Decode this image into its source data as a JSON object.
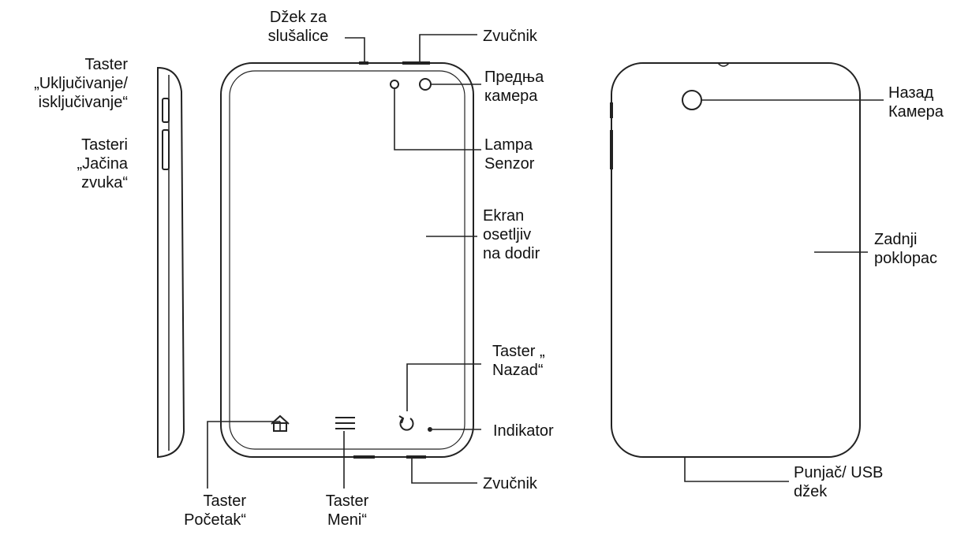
{
  "labels": {
    "headphone_jack": [
      "Džek za",
      "slušalice"
    ],
    "speaker_top": [
      "Zvučnik"
    ],
    "front_camera": [
      "Предња",
      "камера"
    ],
    "light_sensor": [
      "Lampa",
      "Senzor"
    ],
    "touchscreen": [
      "Ekran",
      "osetljiv",
      "na dodir"
    ],
    "back_button": [
      "Taster „",
      "Nazad“"
    ],
    "indicator": [
      "Indikator"
    ],
    "speaker_bottom": [
      "Zvučnik"
    ],
    "home_button": [
      "Taster",
      "Početak“"
    ],
    "menu_button": [
      "Taster",
      "Meni“"
    ],
    "power_button": [
      "Taster",
      "„Uključivanje/",
      "isključivanje“"
    ],
    "volume_buttons": [
      "Tasteri",
      "„Jačina",
      "zvuka“"
    ],
    "rear_camera": [
      "Назад",
      "Камера"
    ],
    "back_cover": [
      "Zadnji",
      "poklopac"
    ],
    "charger_port": [
      "Punjač/ USB",
      "džek"
    ]
  }
}
